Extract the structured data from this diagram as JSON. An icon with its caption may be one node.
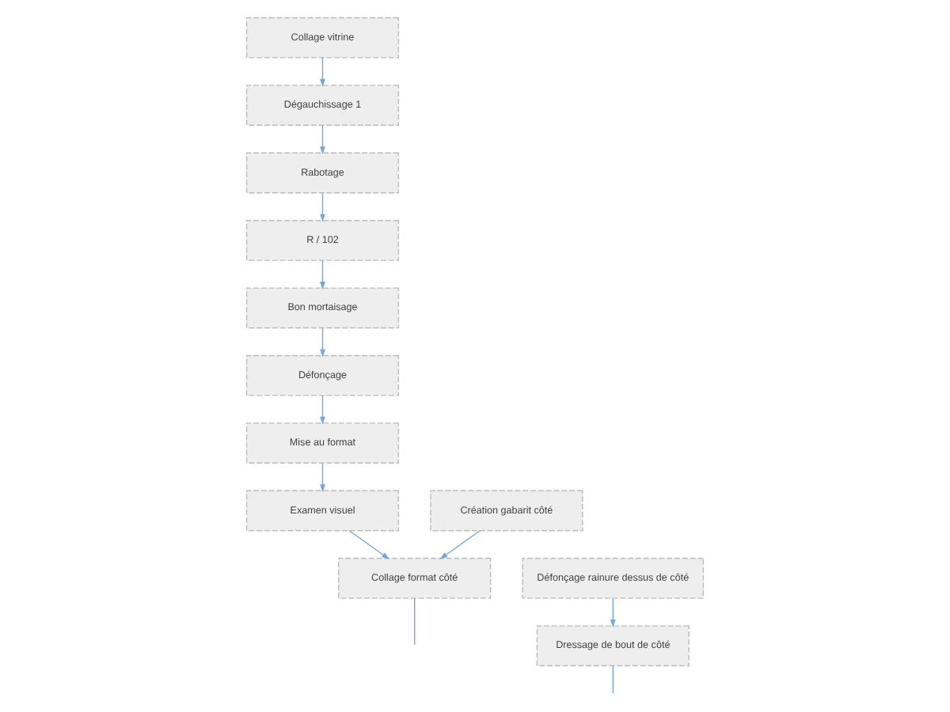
{
  "diagram": {
    "nodes": [
      {
        "text": [
          "Collage vitrine"
        ]
      },
      {
        "text": [
          "Dégauchissage 1"
        ]
      },
      {
        "text": [
          "Rabotage"
        ]
      },
      {
        "text": [
          "R / 102"
        ]
      },
      {
        "text": [
          "Bon mortaisage"
        ]
      },
      {
        "text": [
          "Défonçage"
        ]
      },
      {
        "text": [
          "Mise au format"
        ]
      },
      {
        "text": [
          "Examen visuel"
        ]
      },
      {
        "text": [
          "Création gabarit côté"
        ]
      },
      {
        "text": [
          "Collage format côté"
        ]
      },
      {
        "text": [
          "Défonçage rainure dessus de côté"
        ]
      },
      {
        "text": [
          "Dressage de bout de côté"
        ]
      }
    ],
    "edges": [
      {
        "from": 0,
        "to": 1,
        "arrow": "to"
      },
      {
        "from": 1,
        "to": 2,
        "arrow": "to"
      },
      {
        "from": 2,
        "to": 3,
        "arrow": "to"
      },
      {
        "from": 3,
        "to": 4,
        "arrow": "to"
      },
      {
        "from": 4,
        "to": 5,
        "arrow": "to"
      },
      {
        "from": 5,
        "to": 6,
        "arrow": "to"
      },
      {
        "from": 6,
        "to": 7,
        "arrow": "to"
      },
      {
        "from": 7,
        "to": 9,
        "arrow": "to"
      },
      {
        "from": 8,
        "to": 9,
        "arrow": "to"
      },
      {
        "from": 10,
        "to": 11,
        "arrow": "to"
      },
      {
        "from": 9,
        "to": null,
        "arrow": "none"
      },
      {
        "from": 11,
        "to": null,
        "arrow": "none"
      }
    ]
  }
}
